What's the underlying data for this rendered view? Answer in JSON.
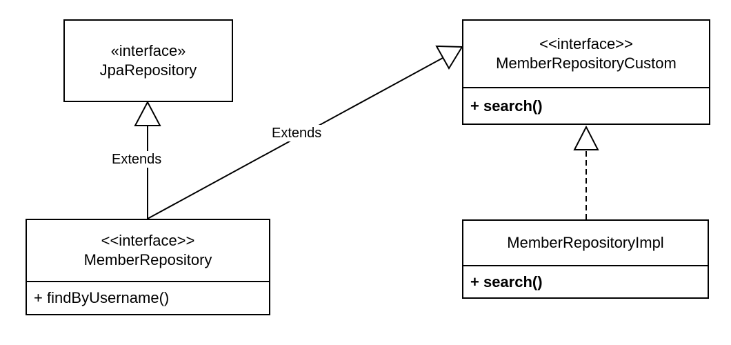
{
  "diagram": {
    "jpa_repository": {
      "stereotype": "«interface»",
      "name": "JpaRepository"
    },
    "member_repository_custom": {
      "stereotype": "<<interface>>",
      "name": "MemberRepositoryCustom",
      "method": "+ search()"
    },
    "member_repository": {
      "stereotype": "<<interface>>",
      "name": "MemberRepository",
      "method": "+ findByUsername()"
    },
    "member_repository_impl": {
      "name": "MemberRepositoryImpl",
      "method": "+ search()"
    },
    "edges": {
      "member_to_jpa_label": "Extends",
      "member_to_custom_label": "Extends"
    }
  }
}
